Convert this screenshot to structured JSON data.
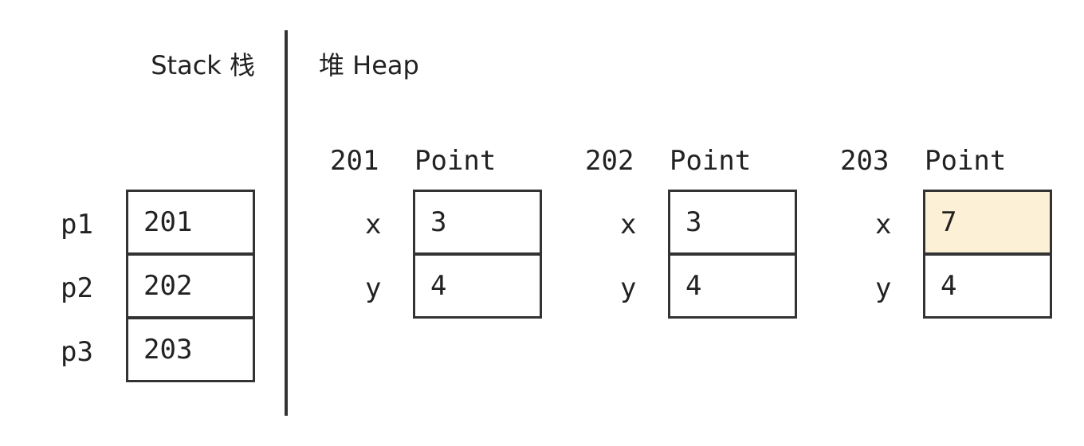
{
  "stack": {
    "title": "Stack 栈",
    "entries": [
      {
        "name": "p1",
        "value": "201"
      },
      {
        "name": "p2",
        "value": "202"
      },
      {
        "name": "p3",
        "value": "203"
      }
    ]
  },
  "heap": {
    "title": "堆 Heap",
    "objects": [
      {
        "address": "201",
        "type": "Point",
        "fields": [
          {
            "name": "x",
            "value": "3"
          },
          {
            "name": "y",
            "value": "4"
          }
        ]
      },
      {
        "address": "202",
        "type": "Point",
        "fields": [
          {
            "name": "x",
            "value": "3"
          },
          {
            "name": "y",
            "value": "4"
          }
        ]
      },
      {
        "address": "203",
        "type": "Point",
        "fields": [
          {
            "name": "x",
            "value": "7",
            "highlight": true
          },
          {
            "name": "y",
            "value": "4"
          }
        ]
      }
    ]
  },
  "colors": {
    "highlight": "#fcf1d6",
    "border": "#333333"
  }
}
